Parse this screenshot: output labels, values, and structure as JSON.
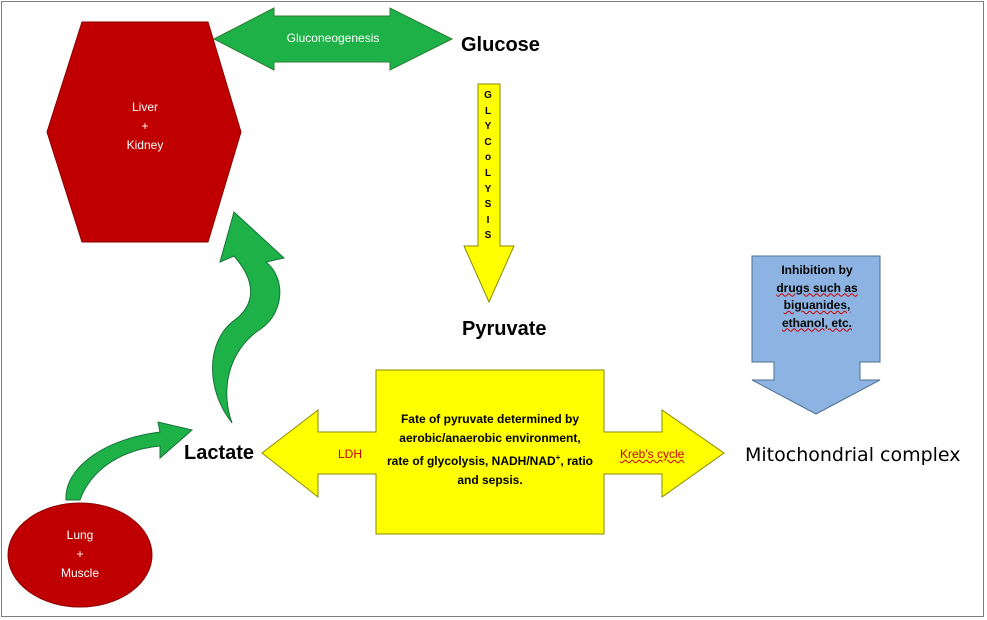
{
  "nodes": {
    "glucose": "Glucose",
    "pyruvate": "Pyruvate",
    "lactate": "Lactate",
    "mitochondrial_complex": "Mitochondrial complex",
    "liver_kidney": [
      "Liver",
      "+",
      "Kidney"
    ],
    "lung_muscle": [
      "Lung",
      "+",
      "Muscle"
    ]
  },
  "arrows": {
    "gluconeogenesis": "Gluconeogenesis",
    "glycolysis_letters": [
      "G",
      "L",
      "Y",
      "C",
      "o",
      "L",
      "Y",
      "S",
      "I",
      "S"
    ],
    "ldh": "LDH",
    "krebs_cycle": "Kreb's cycle"
  },
  "boxes": {
    "fate_lines": [
      "Fate of pyruvate determined by",
      "aerobic/anaerobic environment,",
      "rate of glycolysis, NADH/NAD",
      "and sepsis."
    ],
    "fate_superscript": "+",
    "fate_line3_tail": ", ratio",
    "inhibition_lines": [
      "Inhibition by",
      "drugs such as",
      "biguanides,",
      "ethanol, etc."
    ]
  },
  "colors": {
    "green": "#1db148",
    "dark_green": "#17723a",
    "red": "#c00000",
    "yellow": "#ffff00",
    "light_blue": "#8db3e2",
    "border": "#7f7f7f"
  }
}
